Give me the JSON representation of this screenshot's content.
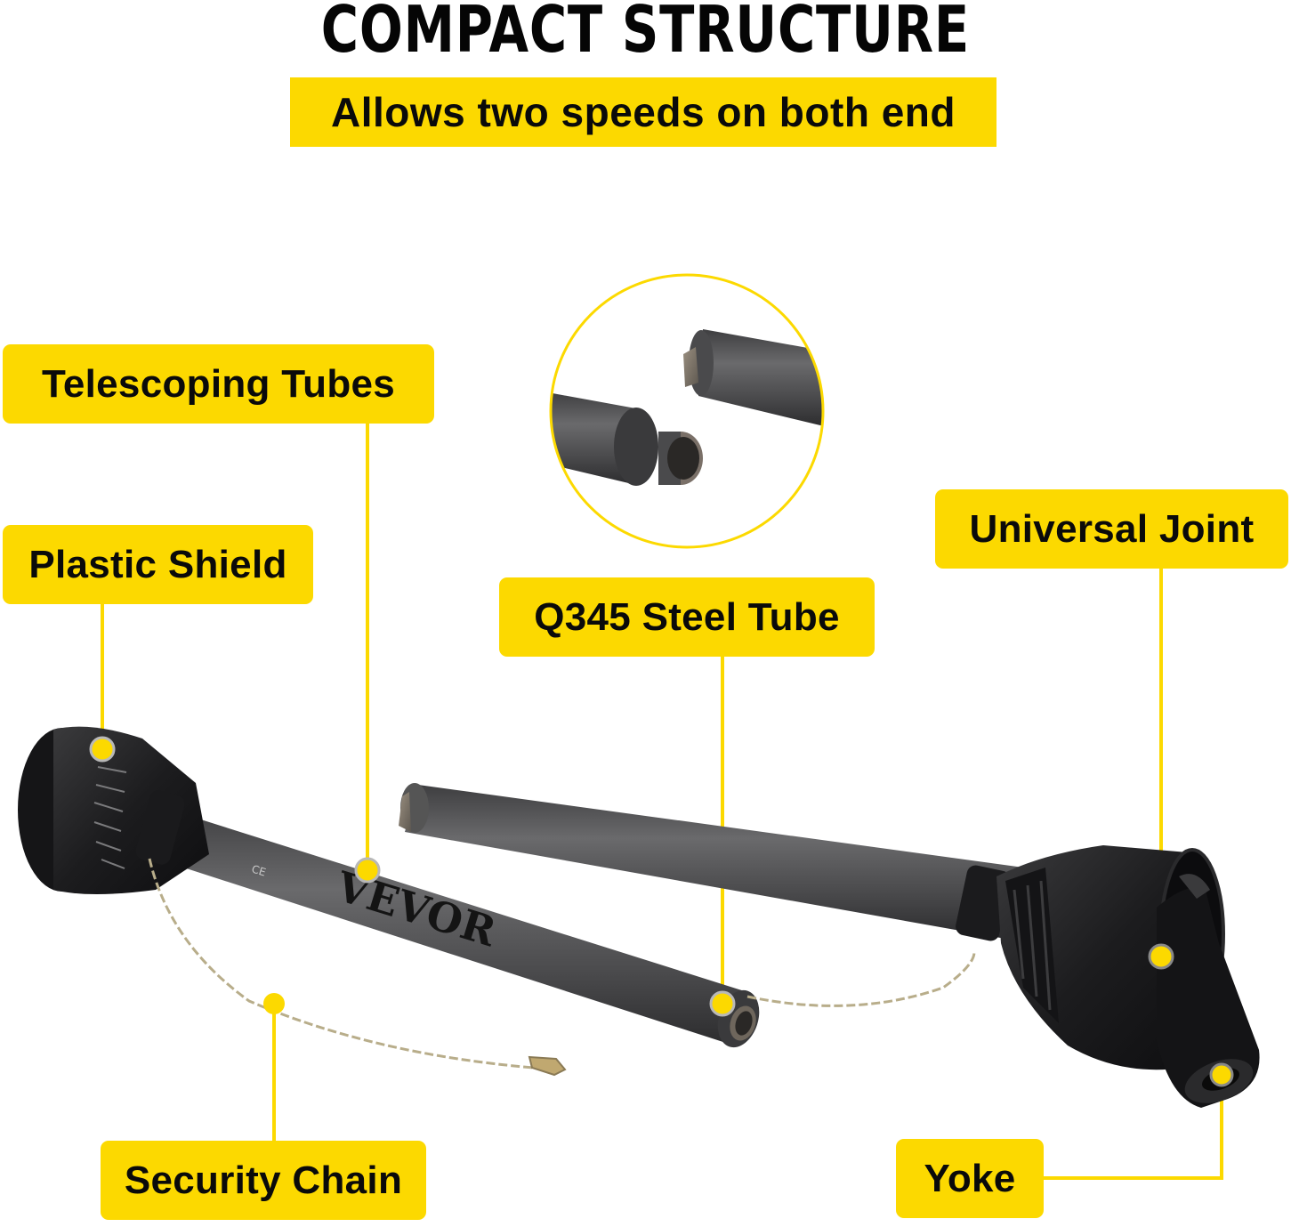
{
  "header": {
    "title": "COMPACT STRUCTURE",
    "subtitle": "Allows two speeds on both end"
  },
  "labels": {
    "telescoping_tubes": "Telescoping Tubes",
    "plastic_shield": "Plastic Shield",
    "q345_steel_tube": "Q345 Steel Tube",
    "universal_joint": "Universal Joint",
    "security_chain": "Security Chain",
    "yoke": "Yoke"
  },
  "product": {
    "brand_logo": "VEVOR",
    "stamp_text": "CE"
  },
  "colors": {
    "accent_yellow": "#FCD900",
    "tube_gray": "#5a5a5c",
    "shield_black": "#1e1e20",
    "text_black": "#0a0a0a"
  }
}
